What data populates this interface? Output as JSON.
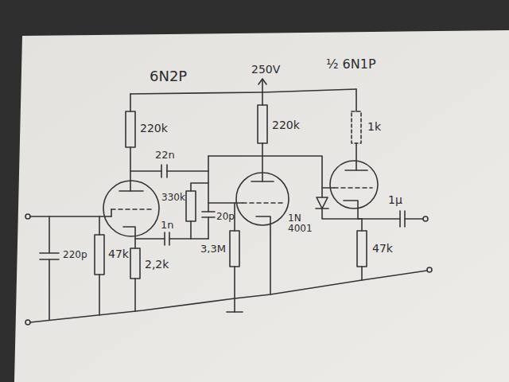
{
  "diagram": {
    "labels": [
      "6N2P",
      "250V",
      "½ 6N1P",
      "220k",
      "22n",
      "220k",
      "1k",
      "330k",
      "20p",
      "1n",
      "220p",
      "47k",
      "2,2k",
      "3,3M",
      "1N 4001",
      "1μ",
      "47k"
    ]
  }
}
